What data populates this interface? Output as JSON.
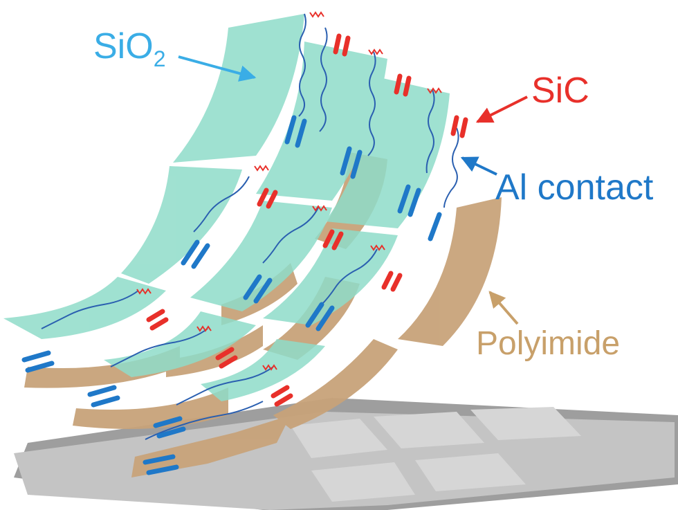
{
  "labels": {
    "sio2": {
      "base": "SiO",
      "sub": "2"
    },
    "sic": "SiC",
    "al_contact": "Al contact",
    "polyimide": "Polyimide"
  },
  "colors": {
    "sio2": "#3aade6",
    "sic": "#e8302a",
    "al_contact": "#1f78c8",
    "polyimide": "#c8a06a",
    "sio2_sheet": "#8fdcc9",
    "polyimide_sheet": "#c8a37a",
    "base_plate": "#bdbdbd",
    "wire": "#2a5fb0",
    "al_pad": "#1f78c8",
    "sic_bar": "#e8302a"
  }
}
